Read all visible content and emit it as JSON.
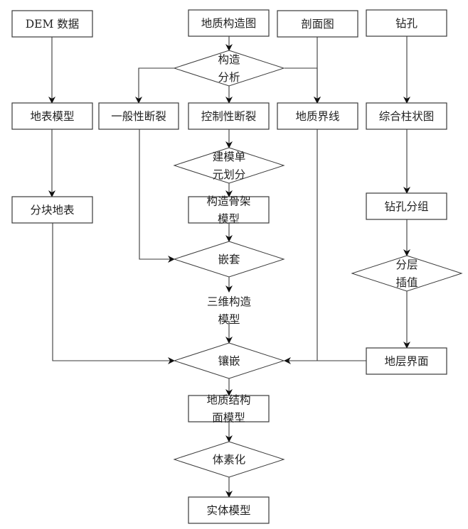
{
  "diagram": {
    "type": "flowchart",
    "colors": {
      "stroke": "#3a3a3a",
      "text": "#222222",
      "background": "#ffffff"
    },
    "nodes": [
      {
        "id": "dem",
        "shape": "box",
        "lines": [
          "DEM 数据"
        ]
      },
      {
        "id": "geo_struct_map",
        "shape": "box",
        "lines": [
          "地质构造图"
        ]
      },
      {
        "id": "section_map",
        "shape": "box",
        "lines": [
          "剖面图"
        ]
      },
      {
        "id": "borehole",
        "shape": "box",
        "lines": [
          "钻孔"
        ]
      },
      {
        "id": "struct_analysis",
        "shape": "diamond",
        "lines": [
          "构造",
          "分析"
        ]
      },
      {
        "id": "surface_model",
        "shape": "box",
        "lines": [
          "地表模型"
        ]
      },
      {
        "id": "general_fault",
        "shape": "box",
        "lines": [
          "一般性断裂"
        ]
      },
      {
        "id": "control_fault",
        "shape": "box",
        "lines": [
          "控制性断裂"
        ]
      },
      {
        "id": "geo_boundary",
        "shape": "box",
        "lines": [
          "地质界线"
        ]
      },
      {
        "id": "column_chart",
        "shape": "box",
        "lines": [
          "综合柱状图"
        ]
      },
      {
        "id": "unit_division",
        "shape": "diamond",
        "lines": [
          "建模单",
          "元划分"
        ]
      },
      {
        "id": "block_surface",
        "shape": "box",
        "lines": [
          "分块地表"
        ]
      },
      {
        "id": "skeleton_model",
        "shape": "box",
        "lines": [
          "构造骨架",
          "模型"
        ]
      },
      {
        "id": "borehole_group",
        "shape": "box",
        "lines": [
          "钻孔分组"
        ]
      },
      {
        "id": "nesting",
        "shape": "diamond",
        "lines": [
          "嵌套"
        ]
      },
      {
        "id": "layer_interp",
        "shape": "diamond",
        "lines": [
          "分层",
          "插值"
        ]
      },
      {
        "id": "model_3d",
        "shape": "text",
        "lines": [
          "三维构造",
          "模型"
        ]
      },
      {
        "id": "mosaic",
        "shape": "diamond",
        "lines": [
          "镶嵌"
        ]
      },
      {
        "id": "strata_surface",
        "shape": "box",
        "lines": [
          "地层界面"
        ]
      },
      {
        "id": "structure_surface_model",
        "shape": "box",
        "lines": [
          "地质结构",
          "面模型"
        ]
      },
      {
        "id": "voxelization",
        "shape": "diamond",
        "lines": [
          "体素化"
        ]
      },
      {
        "id": "solid_model",
        "shape": "box",
        "lines": [
          "实体模型"
        ]
      }
    ],
    "edges": [
      {
        "from": "dem",
        "to": "surface_model"
      },
      {
        "from": "geo_struct_map",
        "to": "struct_analysis"
      },
      {
        "from": "struct_analysis",
        "to": "general_fault"
      },
      {
        "from": "struct_analysis",
        "to": "control_fault"
      },
      {
        "from": "struct_analysis",
        "to": "geo_boundary"
      },
      {
        "from": "section_map",
        "to": "geo_boundary"
      },
      {
        "from": "borehole",
        "to": "column_chart"
      },
      {
        "from": "surface_model",
        "to": "block_surface"
      },
      {
        "from": "control_fault",
        "to": "unit_division"
      },
      {
        "from": "unit_division",
        "to": "skeleton_model"
      },
      {
        "from": "skeleton_model",
        "to": "nesting"
      },
      {
        "from": "general_fault",
        "to": "nesting"
      },
      {
        "from": "column_chart",
        "to": "borehole_group"
      },
      {
        "from": "borehole_group",
        "to": "layer_interp"
      },
      {
        "from": "nesting",
        "to": "model_3d"
      },
      {
        "from": "model_3d",
        "to": "mosaic"
      },
      {
        "from": "block_surface",
        "to": "mosaic"
      },
      {
        "from": "geo_boundary",
        "to": "mosaic"
      },
      {
        "from": "layer_interp",
        "to": "strata_surface"
      },
      {
        "from": "strata_surface",
        "to": "mosaic"
      },
      {
        "from": "mosaic",
        "to": "structure_surface_model"
      },
      {
        "from": "structure_surface_model",
        "to": "voxelization"
      },
      {
        "from": "voxelization",
        "to": "solid_model"
      }
    ]
  }
}
